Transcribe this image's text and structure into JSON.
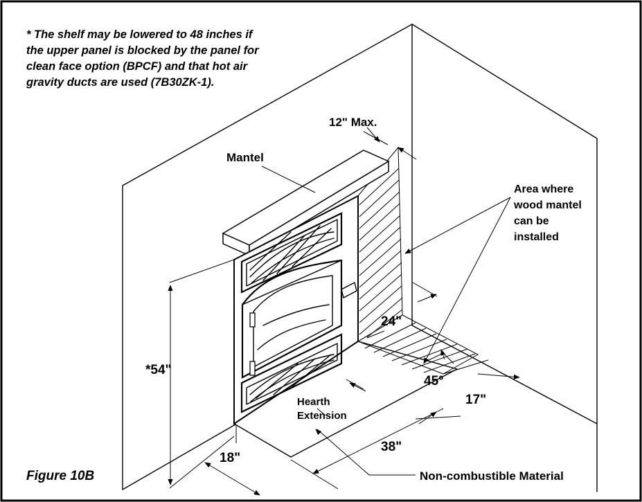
{
  "note": {
    "lines": [
      "* The shelf may be lowered to 48 inches if",
      "the upper panel is blocked by the panel for",
      "clean face option (BPCF) and that hot air",
      "gravity ducts are used (7B30ZK-1)."
    ]
  },
  "labels": {
    "mantel": "Mantel",
    "max_offset": "12\" Max.",
    "area_where": [
      "Area where",
      "wood mantel",
      "can be",
      "installed"
    ],
    "shelf_height": "*54\"",
    "side_24": "24\"",
    "angle": "45°",
    "depth_17": "17\"",
    "hearth": [
      "Hearth",
      "Extension"
    ],
    "width_38": "38\"",
    "side_18": "18\"",
    "material": "Non-combustible Material",
    "figure": "Figure 10B"
  }
}
